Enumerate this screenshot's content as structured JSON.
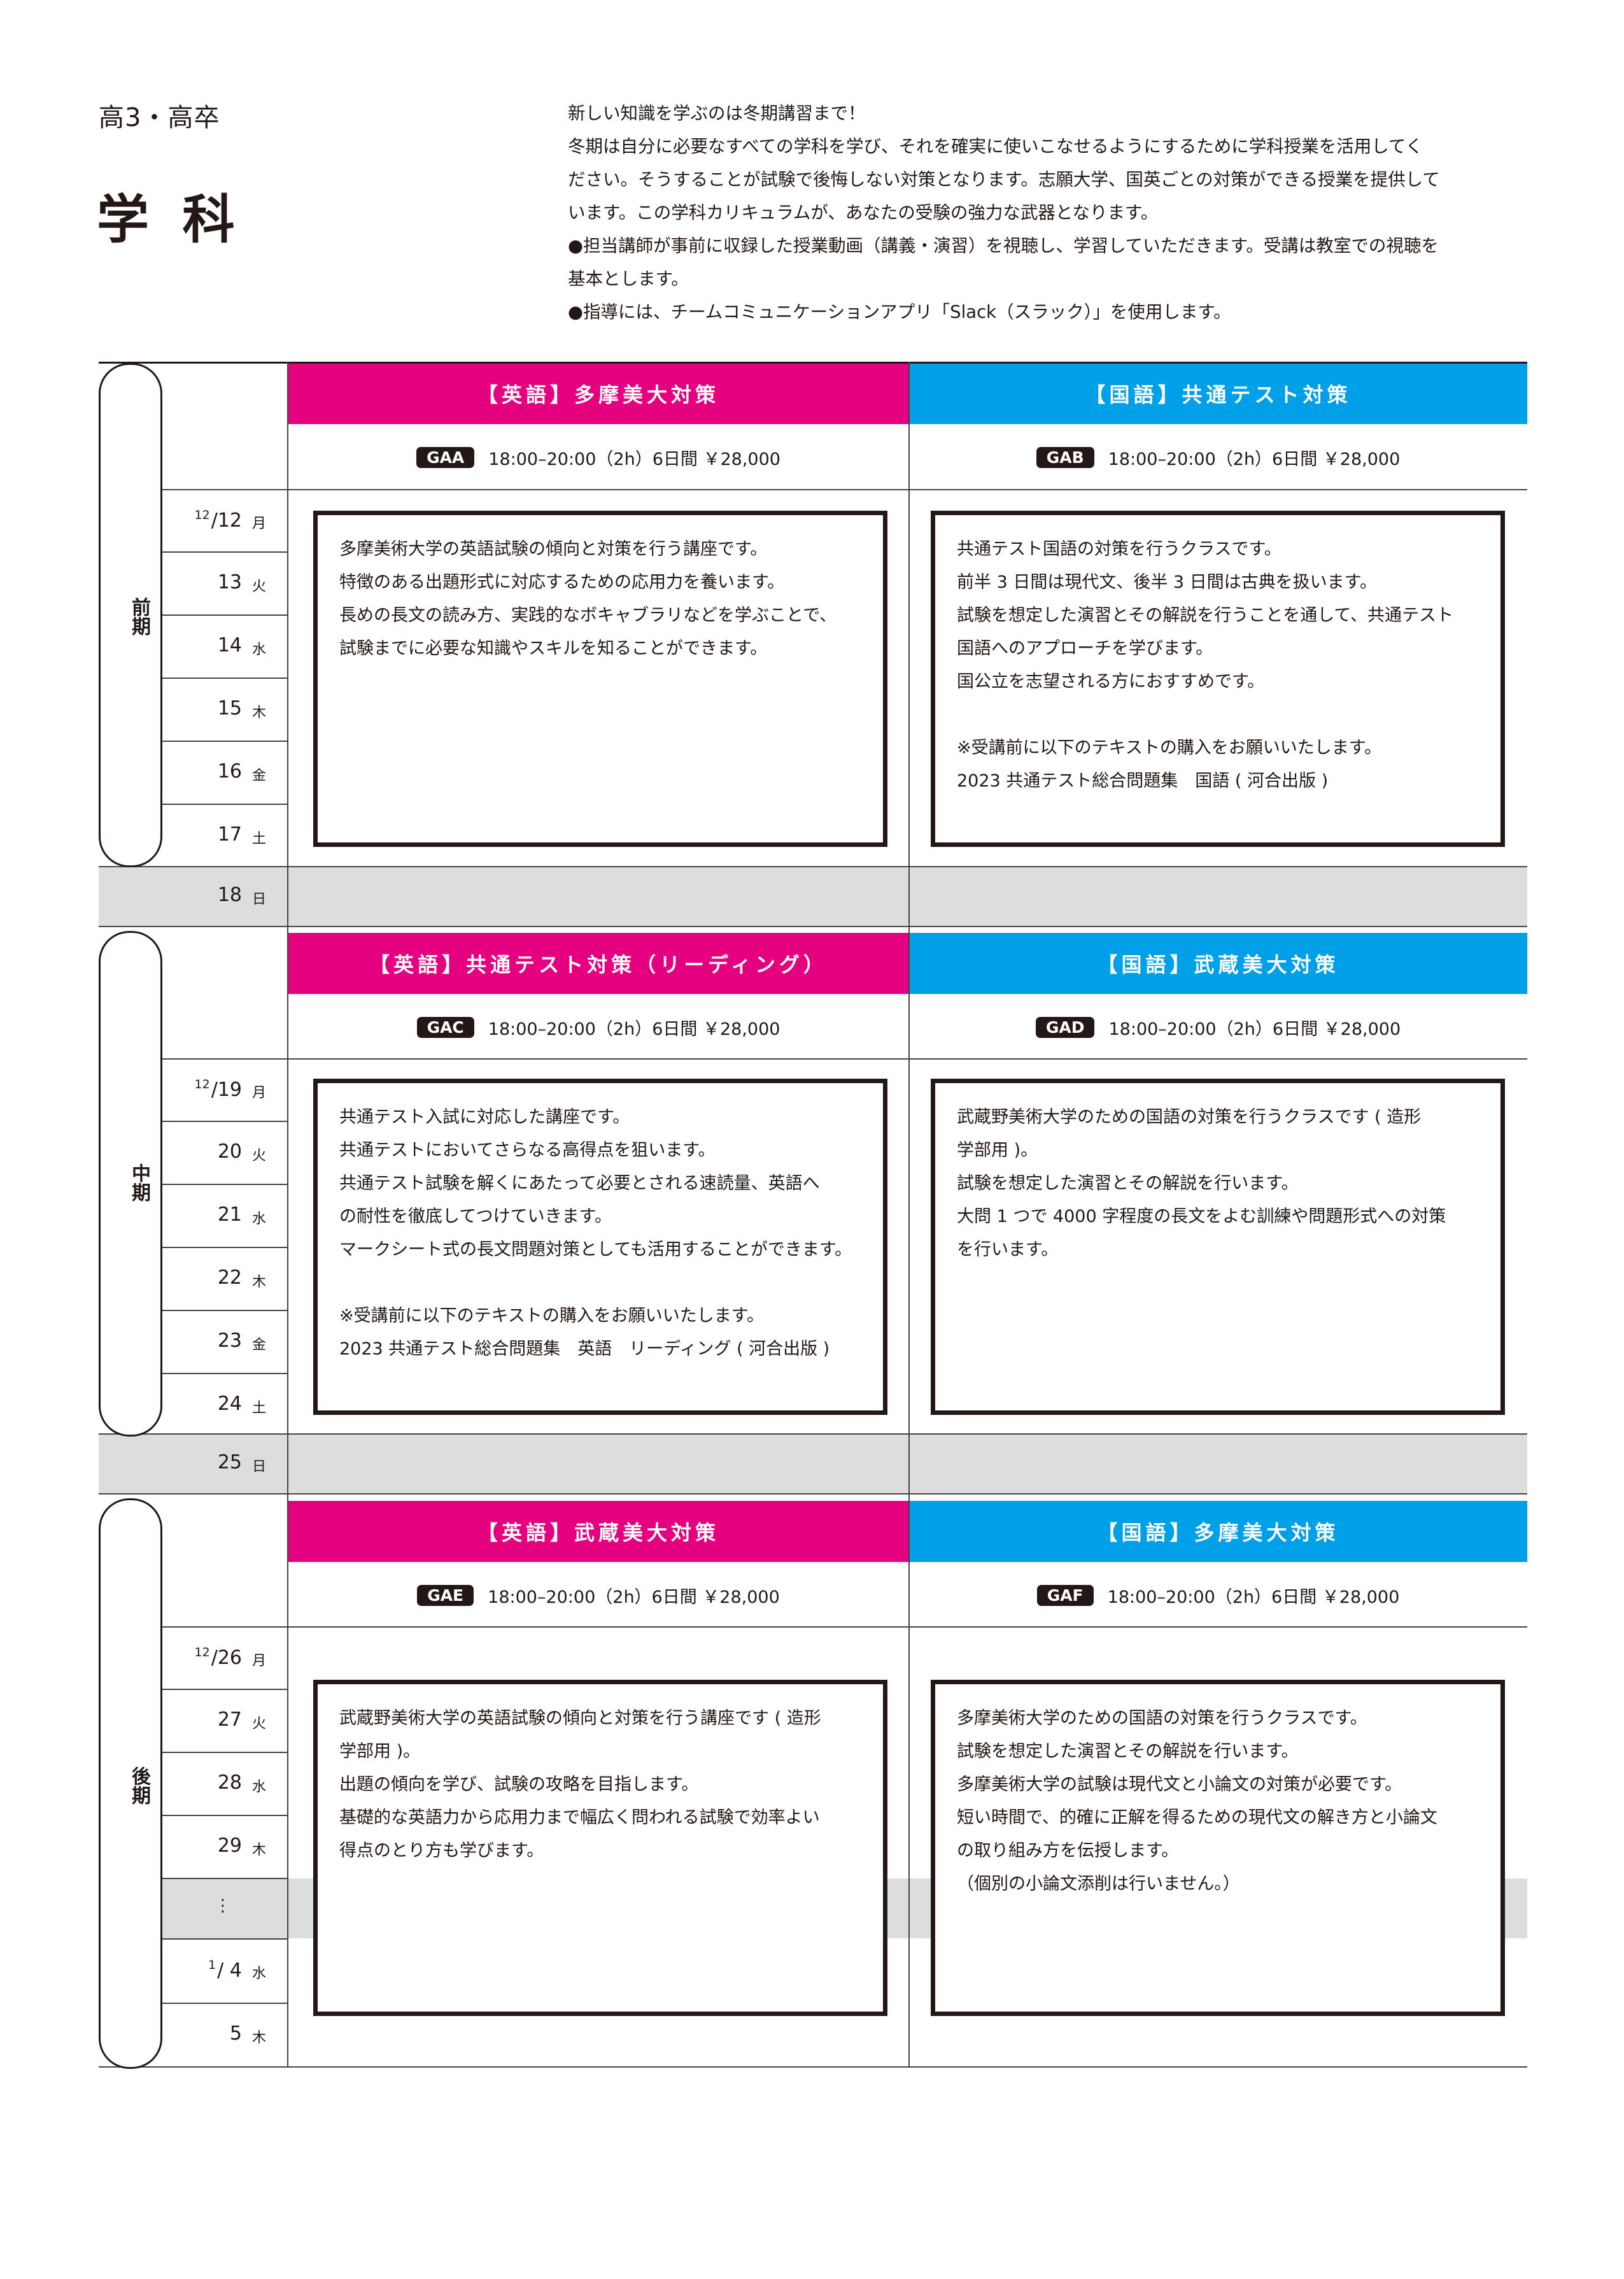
{
  "header": {
    "grade": "高3・高卒",
    "subject": "学 科",
    "intro": [
      "新しい知識を学ぶのは冬期講習まで！",
      "冬期は自分に必要なすべての学科を学び、それを確実に使いこなせるようにするために学科授業を活用してく",
      "ださい。そうすることが試験で後悔しない対策となります。志願大学、国英ごとの対策ができる授業を提供して",
      "います。この学科カリキュラムが、あなたの受験の強力な武器となります。",
      "●担当講師が事前に収録した授業動画（講義・演習）を視聴し、学習していただきます。受講は教室での視聴を",
      "基本とします。",
      "●指導には、チームコミュニケーションアプリ「Slack（スラック）」を使用します。"
    ]
  },
  "periods": [
    "前期",
    "中期",
    "後期"
  ],
  "courses": {
    "gaa": {
      "title": "【英語】多摩美大対策",
      "code": "GAA",
      "schedule": "18:00–20:00（2h）6日間 ￥28,000",
      "desc": [
        "多摩美術大学の英語試験の傾向と対策を行う講座です。",
        "特徴のある出題形式に対応するための応用力を養います。",
        "長めの長文の読み方、実践的なボキャブラリなどを学ぶことで、",
        "試験までに必要な知識やスキルを知ることができます。"
      ]
    },
    "gab": {
      "title": "【国語】共通テスト対策",
      "code": "GAB",
      "schedule": "18:00–20:00（2h）6日間 ￥28,000",
      "desc": [
        "共通テスト国語の対策を行うクラスです。",
        "前半 3 日間は現代文、後半 3 日間は古典を扱います。",
        "試験を想定した演習とその解説を行うことを通して、共通テスト",
        "国語へのアプローチを学びます。",
        "国公立を志望される方におすすめです。",
        "",
        "※受講前に以下のテキストの購入をお願いいたします。",
        "2023 共通テスト総合問題集　国語 ( 河合出版 )"
      ]
    },
    "gac": {
      "title": "【英語】共通テスト対策（リーディング）",
      "code": "GAC",
      "schedule": "18:00–20:00（2h）6日間 ￥28,000",
      "desc": [
        "共通テスト入試に対応した講座です。",
        "共通テストにおいてさらなる高得点を狙います。",
        "共通テスト試験を解くにあたって必要とされる速読量、英語へ",
        "の耐性を徹底してつけていきます。",
        "マークシート式の長文問題対策としても活用することができます。",
        "",
        "※受講前に以下のテキストの購入をお願いいたします。",
        "2023 共通テスト総合問題集　英語　リーディング ( 河合出版 )"
      ]
    },
    "gad": {
      "title": "【国語】武蔵美大対策",
      "code": "GAD",
      "schedule": "18:00–20:00（2h）6日間 ￥28,000",
      "desc": [
        "武蔵野美術大学のための国語の対策を行うクラスです ( 造形",
        "学部用 )。",
        "試験を想定した演習とその解説を行います。",
        "大問 1 つで 4000 字程度の長文をよむ訓練や問題形式への対策",
        "を行います。"
      ]
    },
    "gae": {
      "title": "【英語】武蔵美大対策",
      "code": "GAE",
      "schedule": "18:00–20:00（2h）6日間 ￥28,000",
      "desc": [
        "武蔵野美術大学の英語試験の傾向と対策を行う講座です ( 造形",
        "学部用 )。",
        "出題の傾向を学び、試験の攻略を目指します。",
        "基礎的な英語力から応用力まで幅広く問われる試験で効率よい",
        "得点のとり方も学びます。"
      ]
    },
    "gaf": {
      "title": "【国語】多摩美大対策",
      "code": "GAF",
      "schedule": "18:00–20:00（2h）6日間 ￥28,000",
      "desc": [
        "多摩美術大学のための国語の対策を行うクラスです。",
        "試験を想定した演習とその解説を行います。",
        "多摩美術大学の試験は現代文と小論文の対策が必要です。",
        "短い時間で、的確に正解を得るための現代文の解き方と小論文",
        "の取り組み方を伝授します。",
        "（個別の小論文添削は行いません。）"
      ]
    }
  },
  "dates": {
    "d1": {
      "sup": "12",
      "num": "/12",
      "dow": "月"
    },
    "d2": {
      "num": "13",
      "dow": "火"
    },
    "d3": {
      "num": "14",
      "dow": "水"
    },
    "d4": {
      "num": "15",
      "dow": "木"
    },
    "d5": {
      "num": "16",
      "dow": "金"
    },
    "d6": {
      "num": "17",
      "dow": "土"
    },
    "d7": {
      "num": "18",
      "dow": "日"
    },
    "d8": {
      "sup": "12",
      "num": "/19",
      "dow": "月"
    },
    "d9": {
      "num": "20",
      "dow": "火"
    },
    "d10": {
      "num": "21",
      "dow": "水"
    },
    "d11": {
      "num": "22",
      "dow": "木"
    },
    "d12": {
      "num": "23",
      "dow": "金"
    },
    "d13": {
      "num": "24",
      "dow": "土"
    },
    "d14": {
      "num": "25",
      "dow": "日"
    },
    "d15": {
      "sup": "12",
      "num": "/26",
      "dow": "月"
    },
    "d16": {
      "num": "27",
      "dow": "火"
    },
    "d17": {
      "num": "28",
      "dow": "水"
    },
    "d18": {
      "num": "29",
      "dow": "木"
    },
    "gap": "⋮",
    "d19": {
      "sup": "1",
      "num": "/ 4",
      "dow": "水"
    },
    "d20": {
      "num": "5",
      "dow": "木"
    }
  }
}
